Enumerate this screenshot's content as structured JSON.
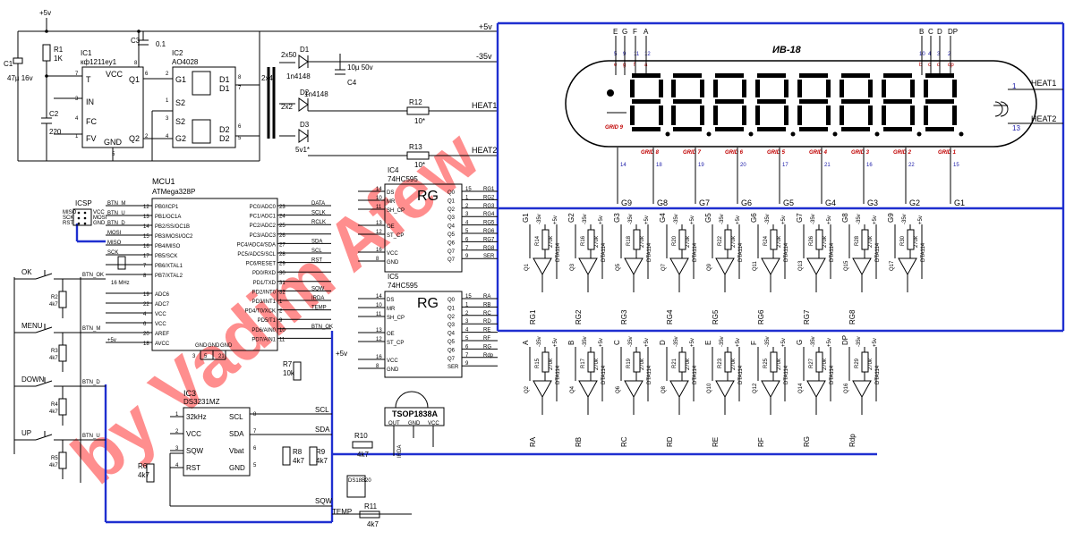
{
  "rails": {
    "vcc": "+5v",
    "neg": "-35v",
    "heat1": "HEAT1",
    "heat2": "HEAT2"
  },
  "power": {
    "top_5v": "+5v",
    "c1": {
      "ref": "C1",
      "val": "47µ 16v"
    },
    "r1": {
      "ref": "R1",
      "val": "1K"
    },
    "c2": {
      "ref": "C2",
      "val": "220"
    },
    "c3": {
      "ref": "C3",
      "val": "0.1"
    },
    "ic1": {
      "ref": "IC1",
      "val": "кф1211еу1",
      "pins": [
        "T",
        "IN",
        "FC",
        "FV",
        "VCC",
        "GND",
        "Q1",
        "Q2"
      ],
      "nums": [
        "7",
        "3",
        "4",
        "1",
        "8",
        "5",
        "6",
        "2"
      ]
    },
    "ic2": {
      "ref": "IC2",
      "val": "AO4028",
      "pins": [
        "G1",
        "S2",
        "S2",
        "G2",
        "D1",
        "D1",
        "D2",
        "D2"
      ],
      "nums": [
        "2",
        "1",
        "3",
        "4",
        "8",
        "7",
        "6",
        "5"
      ]
    },
    "tr": {
      "l1": "2x4",
      "l2": "2x50",
      "l3": "2x2"
    },
    "d1": {
      "ref": "D1",
      "val": "1n4148"
    },
    "d2": {
      "ref": "D2",
      "val": "1n4148"
    },
    "d3": {
      "ref": "D3",
      "val": "5v1*"
    },
    "c4": {
      "ref": "C4",
      "val": "10µ 50v"
    },
    "r12": {
      "ref": "R12",
      "val": "10*"
    },
    "r13": {
      "ref": "R13",
      "val": "10*"
    }
  },
  "tube": {
    "title": "ИВ-18",
    "top_letters": [
      "E",
      "G",
      "F",
      "A"
    ],
    "top_nums": [
      "5",
      "9",
      "11",
      "12"
    ],
    "top_red": [
      "e",
      "g",
      "f",
      "a"
    ],
    "top_letters_r": [
      "B",
      "C",
      "D",
      "DP"
    ],
    "top_nums_r": [
      "10",
      "4",
      "3",
      "2"
    ],
    "top_red_r": [
      "b",
      "c",
      "d",
      "dp"
    ],
    "grids": [
      "GRID 9",
      "GRID 8",
      "GRID 7",
      "GRID 6",
      "GRID 5",
      "GRID 4",
      "GRID 3",
      "GRID 2",
      "GRID 1"
    ],
    "pin_nums": [
      "14",
      "18",
      "19",
      "20",
      "17",
      "21",
      "16",
      "22",
      "15"
    ],
    "right_pins": [
      "1",
      "13"
    ],
    "g_out": [
      "G9",
      "G8",
      "G7",
      "G6",
      "G5",
      "G4",
      "G3",
      "G2",
      "G1"
    ]
  },
  "icsp": {
    "title": "ICSP",
    "rows": [
      "MISO",
      "SCK",
      "RST"
    ],
    "rows_r": [
      "VCC",
      "MOSI",
      "GND"
    ]
  },
  "mcu": {
    "ref": "MCU1",
    "val": "ATMega328P",
    "left": [
      {
        "pin": "12",
        "name": "PB0/ICP1",
        "net": "BTN_M"
      },
      {
        "pin": "13",
        "name": "PB1/OC1A",
        "net": "BTN_U"
      },
      {
        "pin": "14",
        "name": "PB2/SS/OC1B",
        "net": "BTN_D"
      },
      {
        "pin": "15",
        "name": "PB3/MOSI/OC2",
        "net": "MOSI"
      },
      {
        "pin": "16",
        "name": "PB4/MISO",
        "net": "MISO"
      },
      {
        "pin": "17",
        "name": "PB5/SCK",
        "net": "SCK"
      },
      {
        "pin": "7",
        "name": "PB6/XTAL1",
        "net": ""
      },
      {
        "pin": "8",
        "name": "PB7/XTAL2",
        "net": ""
      },
      {
        "pin": "19",
        "name": "ADC6",
        "net": ""
      },
      {
        "pin": "22",
        "name": "ADC7",
        "net": ""
      },
      {
        "pin": "4",
        "name": "VCC",
        "net": ""
      },
      {
        "pin": "6",
        "name": "VCC",
        "net": ""
      },
      {
        "pin": "20",
        "name": "AREF",
        "net": ""
      },
      {
        "pin": "18",
        "name": "AVCC",
        "net": "+5v"
      }
    ],
    "right": [
      {
        "pin": "23",
        "name": "PC0/ADC0",
        "net": "DATA"
      },
      {
        "pin": "24",
        "name": "PC1/ADC1",
        "net": "SCLK"
      },
      {
        "pin": "25",
        "name": "PC2/ADC2",
        "net": "RCLK"
      },
      {
        "pin": "26",
        "name": "PC3/ADC3",
        "net": ""
      },
      {
        "pin": "27",
        "name": "PC4/ADC4/SDA",
        "net": "SDA"
      },
      {
        "pin": "28",
        "name": "PC5/ADC5/SCL",
        "net": "SCL"
      },
      {
        "pin": "29",
        "name": "PC6/RESET",
        "net": "RST"
      },
      {
        "pin": "30",
        "name": "PD0/RXD",
        "net": ""
      },
      {
        "pin": "31",
        "name": "PD1/TXD",
        "net": ""
      },
      {
        "pin": "32",
        "name": "PD2/INT0",
        "net": "SQW"
      },
      {
        "pin": "1",
        "name": "PD3/INT1",
        "net": "IRDA"
      },
      {
        "pin": "2",
        "name": "PD4/T0/XCK",
        "net": "TEMP"
      },
      {
        "pin": "9",
        "name": "PD5/T1",
        "net": ""
      },
      {
        "pin": "10",
        "name": "PD6/AIN0",
        "net": "BTN_OK"
      },
      {
        "pin": "11",
        "name": "PD7/AIN1",
        "net": ""
      }
    ],
    "gnd": [
      "GND",
      "GND",
      "GND"
    ],
    "gnd_nums": [
      "3",
      "5",
      "21"
    ],
    "xtal": "16 MHz"
  },
  "buttons": [
    {
      "label": "OK",
      "net": "BTN_OK",
      "r": "R2",
      "rv": "4k7"
    },
    {
      "label": "MENU",
      "net": "BTN_M",
      "r": "R3",
      "rv": "4k7"
    },
    {
      "label": "DOWN",
      "net": "BTN_D",
      "r": "R4",
      "rv": "4k7"
    },
    {
      "label": "UP",
      "net": "BTN_U",
      "r": "R5",
      "rv": "4k7"
    }
  ],
  "rtc": {
    "ref": "IC3",
    "val": "DS3231MZ",
    "left": [
      "32kHz",
      "VCC",
      "SQW",
      "RST"
    ],
    "left_nums": [
      "1",
      "2",
      "3",
      "4"
    ],
    "right": [
      "SCL",
      "SDA",
      "Vbat",
      "GND"
    ],
    "right_nums": [
      "8",
      "7",
      "6",
      "5"
    ],
    "r6": {
      "ref": "R6",
      "val": "4k7"
    },
    "r8": {
      "ref": "R8",
      "val": "4k7"
    },
    "r9": {
      "ref": "R9",
      "val": "4k7"
    },
    "r7": {
      "ref": "R7",
      "val": "10k"
    },
    "r10": {
      "ref": "R10",
      "val": "4k7"
    },
    "r11": {
      "ref": "R11",
      "val": "4k7"
    },
    "nets": [
      "SCL",
      "SDA",
      "SQW",
      "TEMP"
    ],
    "plus": "+5v",
    "sensor": "DS18B20",
    "temp": "TEMP"
  },
  "ic4": {
    "ref": "IC4",
    "val": "74HC595",
    "rg": "RG",
    "inpins": [
      [
        "14",
        "DS"
      ],
      [
        "10",
        "MR"
      ],
      [
        "11",
        "SH_CP"
      ],
      [
        "13",
        "OE"
      ],
      [
        "12",
        "ST_CP"
      ],
      [
        "16",
        "VCC"
      ],
      [
        "8",
        "GND"
      ]
    ],
    "outs": [
      "Q0",
      "Q1",
      "Q2",
      "Q3",
      "Q4",
      "Q5",
      "Q6",
      "Q7",
      "Q7"
    ],
    "outnums": [
      "15",
      "1",
      "2",
      "3",
      "4",
      "5",
      "6",
      "7",
      "9"
    ],
    "nets": [
      "RG1",
      "RG2",
      "RG3",
      "RG4",
      "RG5",
      "RG6",
      "RG7",
      "RG8",
      "SER"
    ]
  },
  "ic5": {
    "ref": "IC5",
    "val": "74HC595",
    "rg": "RG",
    "inpins": [
      [
        "14",
        "DS"
      ],
      [
        "10",
        "MR"
      ],
      [
        "11",
        "SH_CP"
      ],
      [
        "13",
        "OE"
      ],
      [
        "12",
        "ST_CP"
      ],
      [
        "16",
        "VCC"
      ],
      [
        "8",
        "GND"
      ]
    ],
    "outs": [
      "Q0",
      "Q1",
      "Q2",
      "Q3",
      "Q4",
      "Q5",
      "Q6",
      "Q7",
      "SER"
    ],
    "outnums": [
      "15",
      "1",
      "2",
      "3",
      "4",
      "5",
      "6",
      "7",
      "9"
    ],
    "nets": [
      "RA",
      "RB",
      "RC",
      "RD",
      "RE",
      "RF",
      "RG",
      "Rdp",
      ""
    ]
  },
  "ir": {
    "ref": "TSOP1838A",
    "pins": [
      "OUT",
      "GND",
      "VCC"
    ],
    "net": "IRDA"
  },
  "drivers_top": {
    "g_labels": [
      "G1",
      "G2",
      "G3",
      "G4",
      "G5",
      "G6",
      "G7",
      "G8",
      "G9"
    ],
    "rs": [
      "R14",
      "R16",
      "R18",
      "R20",
      "R22",
      "R24",
      "R26",
      "R28",
      "R30"
    ],
    "qs": [
      "Q1",
      "Q3",
      "Q5",
      "Q7",
      "Q9",
      "Q11",
      "Q13",
      "Q15",
      "Q17"
    ],
    "rg": [
      "RG1",
      "RG2",
      "RG3",
      "RG4",
      "RG5",
      "RG6",
      "RG7",
      "RG8",
      ""
    ],
    "rv": "270k",
    "tr": "DTA114",
    "neg": "-35v",
    "pos": "+5v"
  },
  "drivers_bot": {
    "s_labels": [
      "A",
      "B",
      "C",
      "D",
      "E",
      "F",
      "G",
      "DP"
    ],
    "rs": [
      "R15",
      "R17",
      "R19",
      "R21",
      "R23",
      "R25",
      "R27",
      "R29"
    ],
    "qs": [
      "Q2",
      "Q4",
      "Q6",
      "Q8",
      "Q10",
      "Q12",
      "Q14",
      "Q16"
    ],
    "r_labels": [
      "RA",
      "RB",
      "RC",
      "RD",
      "RE",
      "RF",
      "RG",
      "Rdp"
    ],
    "rv": "270k",
    "tr": "DTA114",
    "neg": "-35v",
    "pos": "+5v"
  },
  "watermark": "by Vadim Afew"
}
